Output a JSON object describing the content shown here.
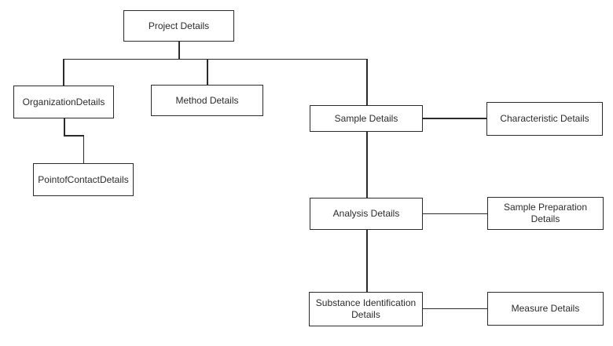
{
  "diagram": {
    "background_color": "#ffffff",
    "line_color": "#2b2b2b",
    "nodes": [
      {
        "id": "project-details",
        "label": "Project Details"
      },
      {
        "id": "organization-details",
        "label": "OrganizationDetails"
      },
      {
        "id": "method-details",
        "label": "Method Details"
      },
      {
        "id": "point-of-contact-details",
        "label": "PointofContactDetails"
      },
      {
        "id": "sample-details",
        "label": "Sample Details"
      },
      {
        "id": "characteristic-details",
        "label": "Characteristic Details"
      },
      {
        "id": "analysis-details",
        "label": "Analysis Details"
      },
      {
        "id": "sample-preparation-details",
        "label": "Sample Preparation\nDetails"
      },
      {
        "id": "substance-identification-details",
        "label": "Substance Identification\nDetails"
      },
      {
        "id": "measure-details",
        "label": "Measure Details"
      }
    ],
    "edges": [
      {
        "from": "project-details",
        "to": "organization-details"
      },
      {
        "from": "project-details",
        "to": "method-details"
      },
      {
        "from": "project-details",
        "to": "sample-details"
      },
      {
        "from": "organization-details",
        "to": "point-of-contact-details"
      },
      {
        "from": "sample-details",
        "to": "characteristic-details"
      },
      {
        "from": "sample-details",
        "to": "analysis-details"
      },
      {
        "from": "analysis-details",
        "to": "sample-preparation-details"
      },
      {
        "from": "analysis-details",
        "to": "substance-identification-details"
      },
      {
        "from": "substance-identification-details",
        "to": "measure-details"
      }
    ]
  }
}
